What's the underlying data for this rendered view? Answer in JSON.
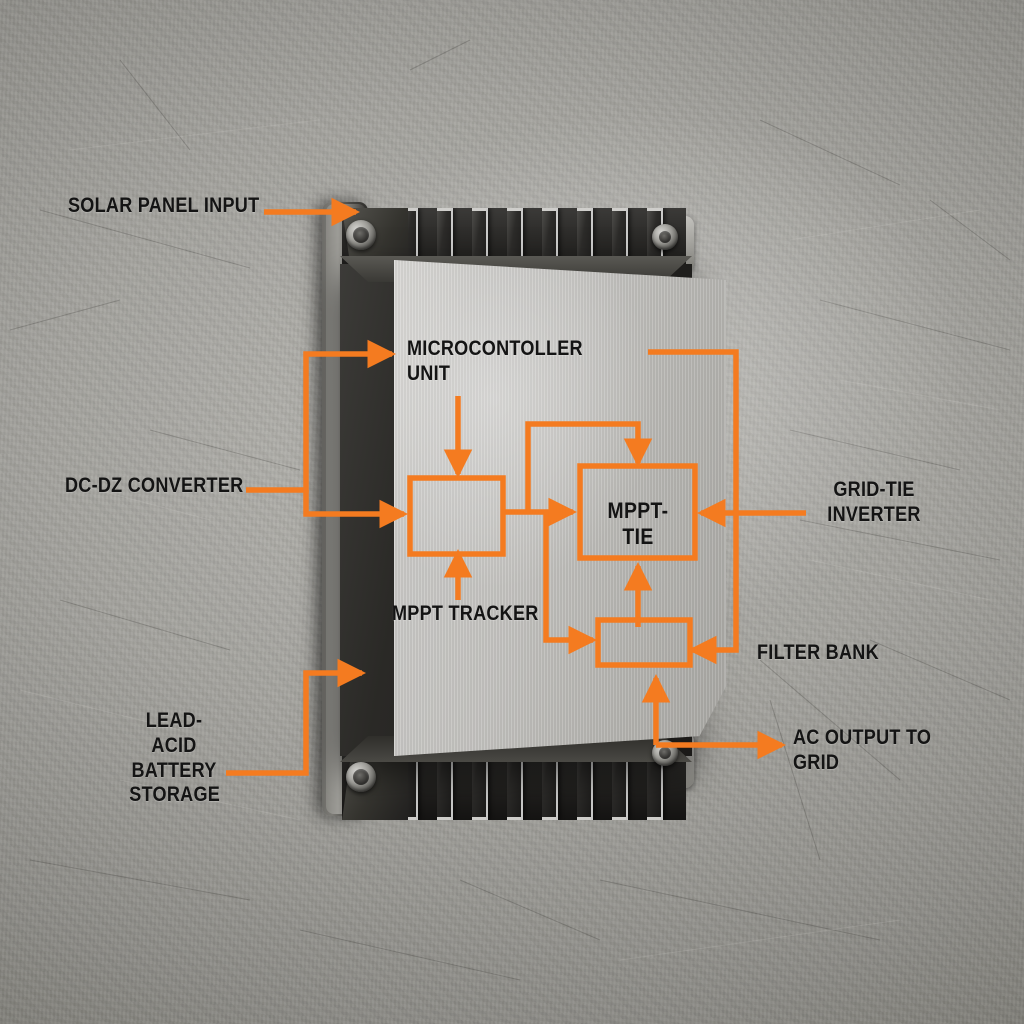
{
  "scene": {
    "title": "Solar charge controller / grid-tie inverter annotated diagram",
    "accent_color": "#F47B20",
    "label_color": "#141414",
    "background": "weathered grey concrete wall"
  },
  "device": {
    "name": "wall-mounted solar power converter",
    "faceplate_finish": "brushed aluminium",
    "heatsink": {
      "fin_count_top": 9,
      "fin_count_bottom": 9
    },
    "screw_count": 4
  },
  "annotations": [
    {
      "id": "solar-panel-input",
      "text": "SOLAR PANEL INPUT",
      "align": "left"
    },
    {
      "id": "dc-dz-converter",
      "text": "DC-DZ CONVERTER",
      "align": "left"
    },
    {
      "id": "lead-acid-battery",
      "text": "LEAD-ACID\nBATTERY\nSTORAGE",
      "align": "center"
    },
    {
      "id": "microcontroller-unit",
      "text": "MICROCONTOLLER\nUNIT",
      "align": "left"
    },
    {
      "id": "mppt-tracker",
      "text": "MPPT TRACKER",
      "align": "left"
    },
    {
      "id": "grid-tie-inverter",
      "text": "GRID-TIE\nINVERTER",
      "align": "center"
    },
    {
      "id": "filter-bank",
      "text": "FILTER BANK",
      "align": "left"
    },
    {
      "id": "ac-output-to-grid",
      "text": "AC OUTPUT TO\nGRID",
      "align": "left"
    }
  ],
  "blocks": [
    {
      "id": "mcu-block",
      "label": ""
    },
    {
      "id": "mppt-tie-block",
      "label": "MPPT-TIE"
    },
    {
      "id": "filter-block",
      "label": ""
    }
  ],
  "labels": {
    "solar_panel_input": "SOLAR PANEL INPUT",
    "dc_dz_converter": "DC-DZ CONVERTER",
    "lead_acid_battery_storage": "LEAD-ACID\nBATTERY\nSTORAGE",
    "microcontroller_unit": "MICROCONTOLLER\nUNIT",
    "mppt_tracker": "MPPT TRACKER",
    "grid_tie_inverter": "GRID-TIE\nINVERTER",
    "filter_bank": "FILTER BANK",
    "ac_output_to_grid": "AC OUTPUT TO\nGRID",
    "mppt_tie": "MPPT-TIE"
  }
}
